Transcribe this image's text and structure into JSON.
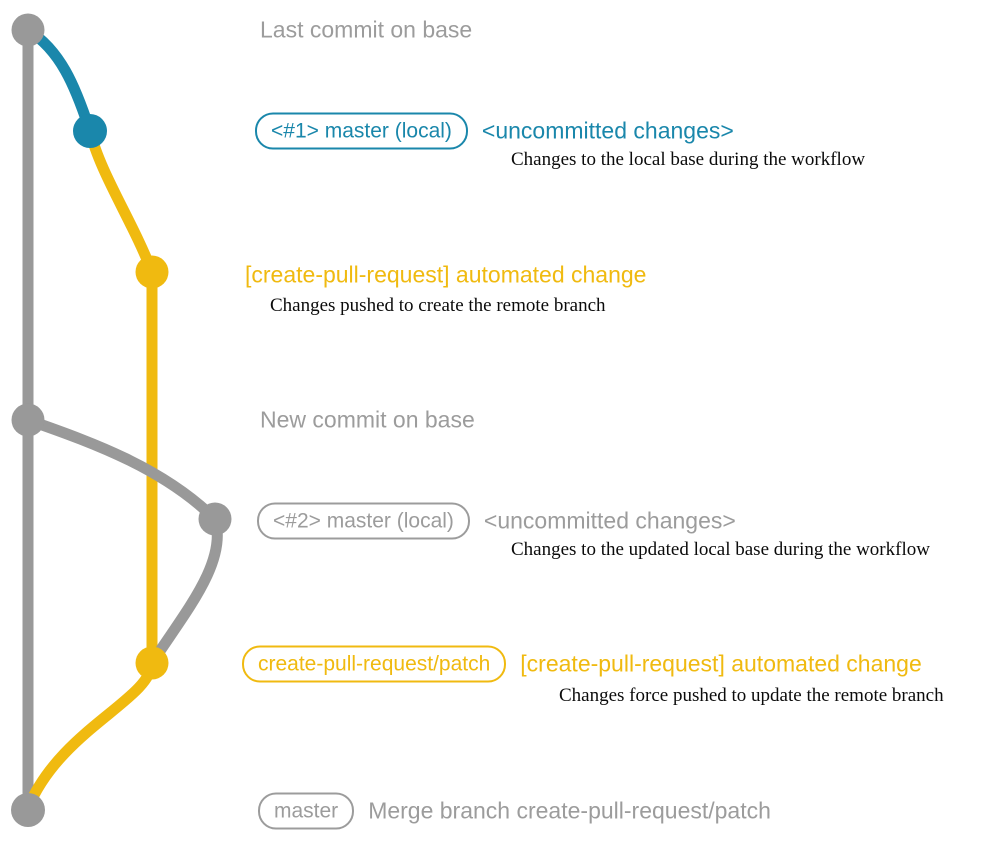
{
  "colors": {
    "gray": "#999999",
    "gray_text": "#9c9c9c",
    "blue": "#1a87ab",
    "yellow": "#f0ba10",
    "ink": "#0b0b0b",
    "background": "#ffffff"
  },
  "graph": {
    "branches": [
      {
        "name": "base",
        "color": "gray"
      },
      {
        "name": "master-local",
        "color": "blue"
      },
      {
        "name": "create-pull-request-patch",
        "color": "yellow"
      }
    ],
    "commit_dots": [
      {
        "name": "last-commit-on-base",
        "color": "gray"
      },
      {
        "name": "master-local-1-commit",
        "color": "blue"
      },
      {
        "name": "automated-change-commit-1",
        "color": "yellow"
      },
      {
        "name": "new-commit-on-base",
        "color": "gray"
      },
      {
        "name": "master-local-2-commit",
        "color": "gray"
      },
      {
        "name": "automated-change-commit-2",
        "color": "yellow"
      },
      {
        "name": "merge-commit",
        "color": "gray"
      }
    ]
  },
  "annotations": {
    "last_commit": {
      "text": "Last commit on base"
    },
    "commit1": {
      "badge": "<#1> master (local)",
      "note": "<uncommitted changes>",
      "detail": "Changes to the local base during the workflow"
    },
    "auto1": {
      "note": "[create-pull-request] automated change",
      "detail": "Changes pushed to create the remote branch"
    },
    "new_commit": {
      "text": "New commit on base"
    },
    "commit2": {
      "badge": "<#2> master (local)",
      "note": "<uncommitted changes>",
      "detail": "Changes to the updated local base during the workflow"
    },
    "auto2": {
      "badge": "create-pull-request/patch",
      "note": "[create-pull-request] automated change",
      "detail": "Changes force pushed to update the remote branch"
    },
    "merge": {
      "badge": "master",
      "text": "Merge branch create-pull-request/patch"
    }
  }
}
